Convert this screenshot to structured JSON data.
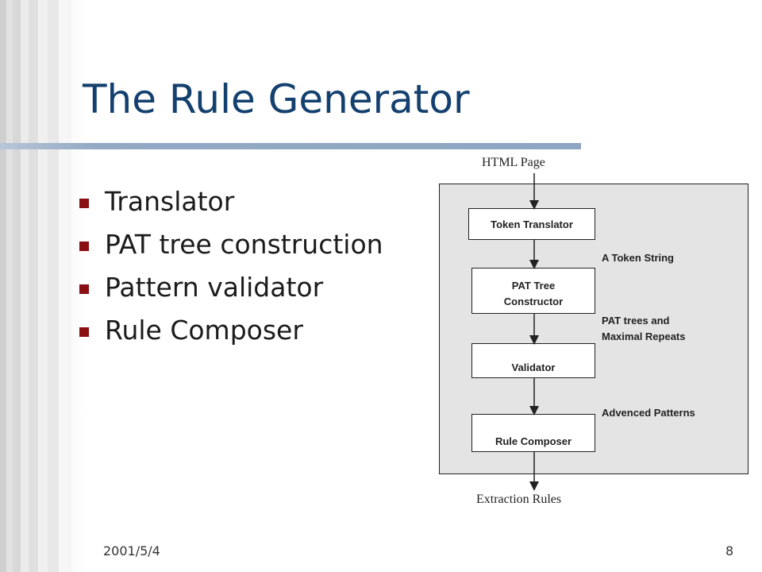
{
  "slide": {
    "title": "The Rule Generator",
    "bullets": [
      "Translator",
      "PAT tree construction",
      "Pattern validator",
      "Rule Composer"
    ],
    "footer_date": "2001/5/4",
    "page_number": "8"
  },
  "diagram": {
    "input_label": "HTML Page",
    "output_label": "Extraction Rules",
    "boxes": [
      {
        "line1": "Token Translator"
      },
      {
        "line1": "PAT Tree",
        "line2": "Constructor"
      },
      {
        "line1": "Validator"
      },
      {
        "line1": "Rule Composer"
      }
    ],
    "side_labels": [
      {
        "line1": "A Token String"
      },
      {
        "line1": "PAT trees and",
        "line2": "Maximal Repeats"
      },
      {
        "line1": "Advenced Patterns"
      }
    ]
  }
}
